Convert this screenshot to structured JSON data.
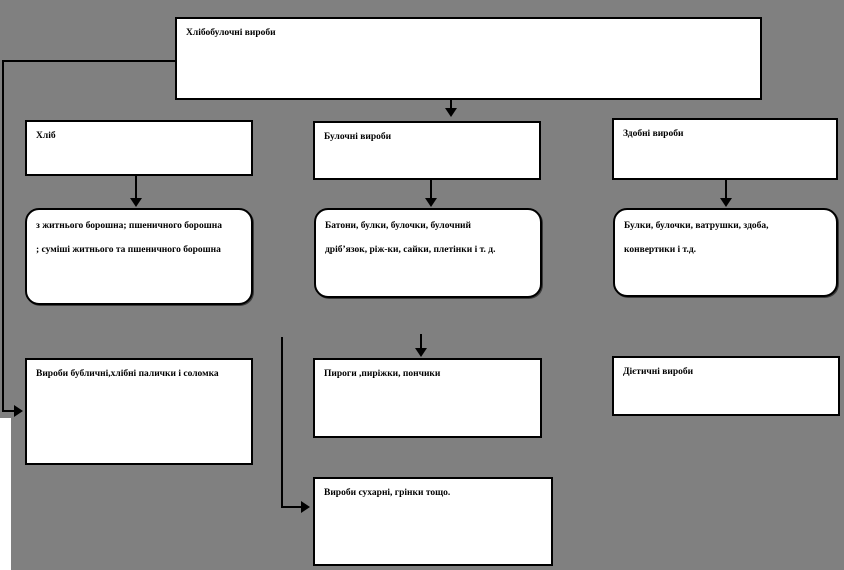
{
  "diagram_title": "Хлібобулочні вироби",
  "colors": {
    "background": "#808080",
    "box_fill": "#ffffff",
    "border": "#000000",
    "text": "#000000"
  },
  "boxes": {
    "root": {
      "label": "Хлібобулочні вироби"
    },
    "hlib": {
      "label": "Хліб"
    },
    "bulochni": {
      "label": "Булочні вироби"
    },
    "zdobni": {
      "label": "Здобні вироби"
    },
    "hlib_types": {
      "lines": [
        "з житнього борошна; пшеничного борошна",
        "; суміші житнього та пшеничного борошна"
      ]
    },
    "bulochni_types": {
      "lines": [
        "Батони, булки, булочки, булочний",
        "дріб’язок, ріж-ки, сайки, плетінки і т. д."
      ]
    },
    "zdobni_types": {
      "lines": [
        "Булки, булочки, ватрушки, здоба,",
        "конвертики і т.д."
      ]
    },
    "bublychni": {
      "label": "Вироби бубличні,хлібні палички і соломка"
    },
    "pyrohy": {
      "label": "Пироги ,пиріжки, пончики"
    },
    "dietychni": {
      "label": "Дієтичні вироби"
    },
    "suharni": {
      "label": "Вироби сухарні, грінки тощо."
    }
  }
}
